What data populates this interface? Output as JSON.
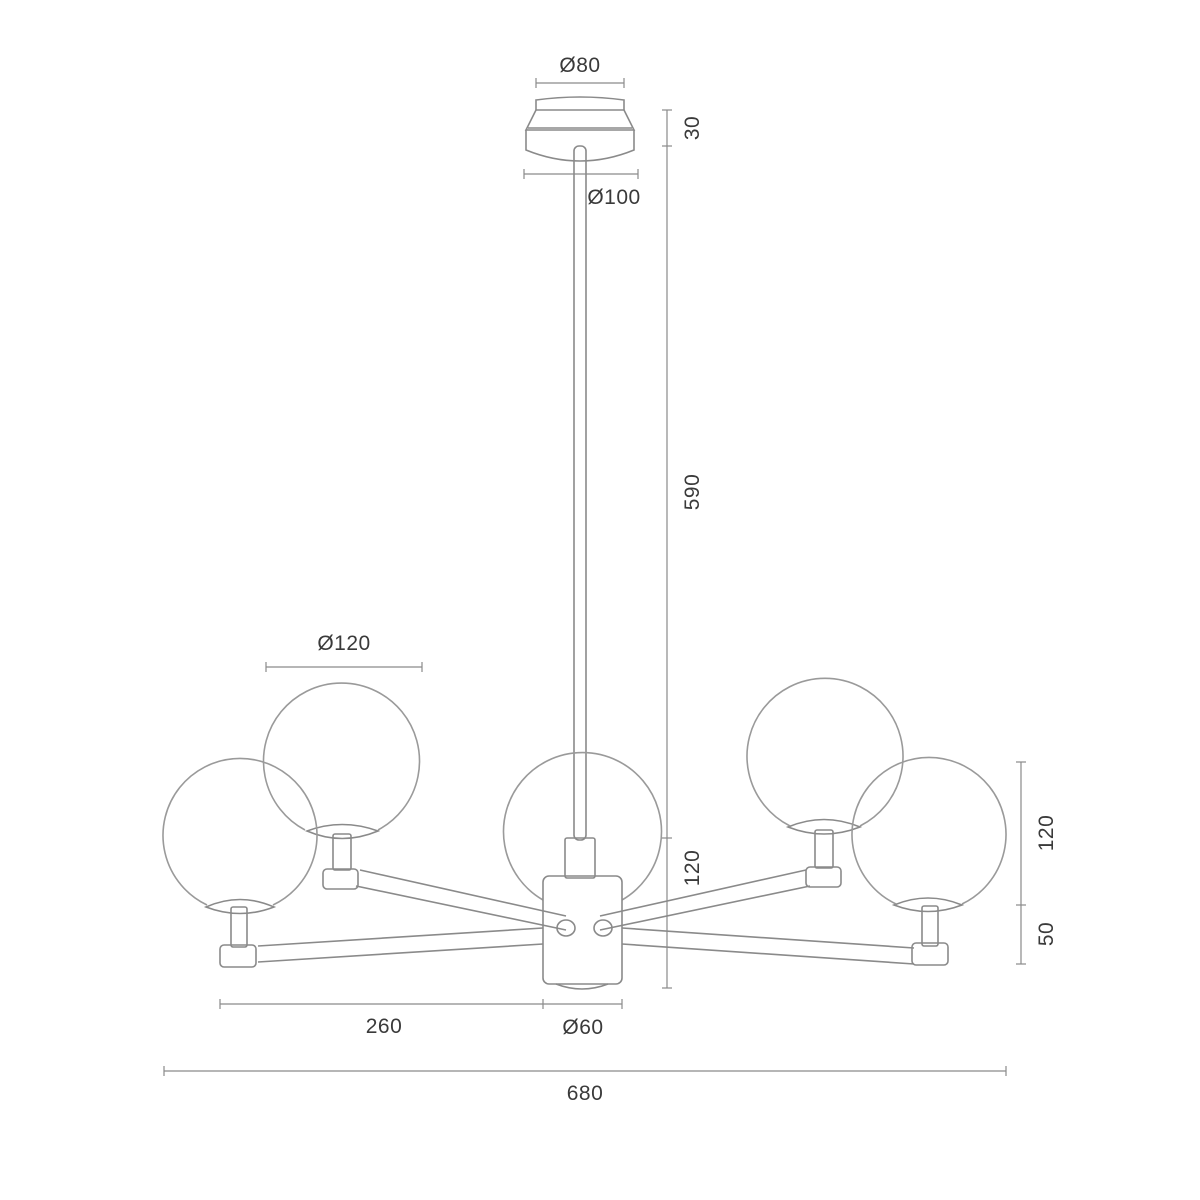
{
  "dimensions": {
    "canopy_top_diameter": "Ø80",
    "canopy_base_diameter": "Ø100",
    "canopy_height": "30",
    "rod_length": "590",
    "body_height": "120",
    "globe_diameter": "Ø120",
    "globe_height": "120",
    "holder_height": "50",
    "arm_reach": "260",
    "body_diameter": "Ø60",
    "total_width": "680"
  }
}
